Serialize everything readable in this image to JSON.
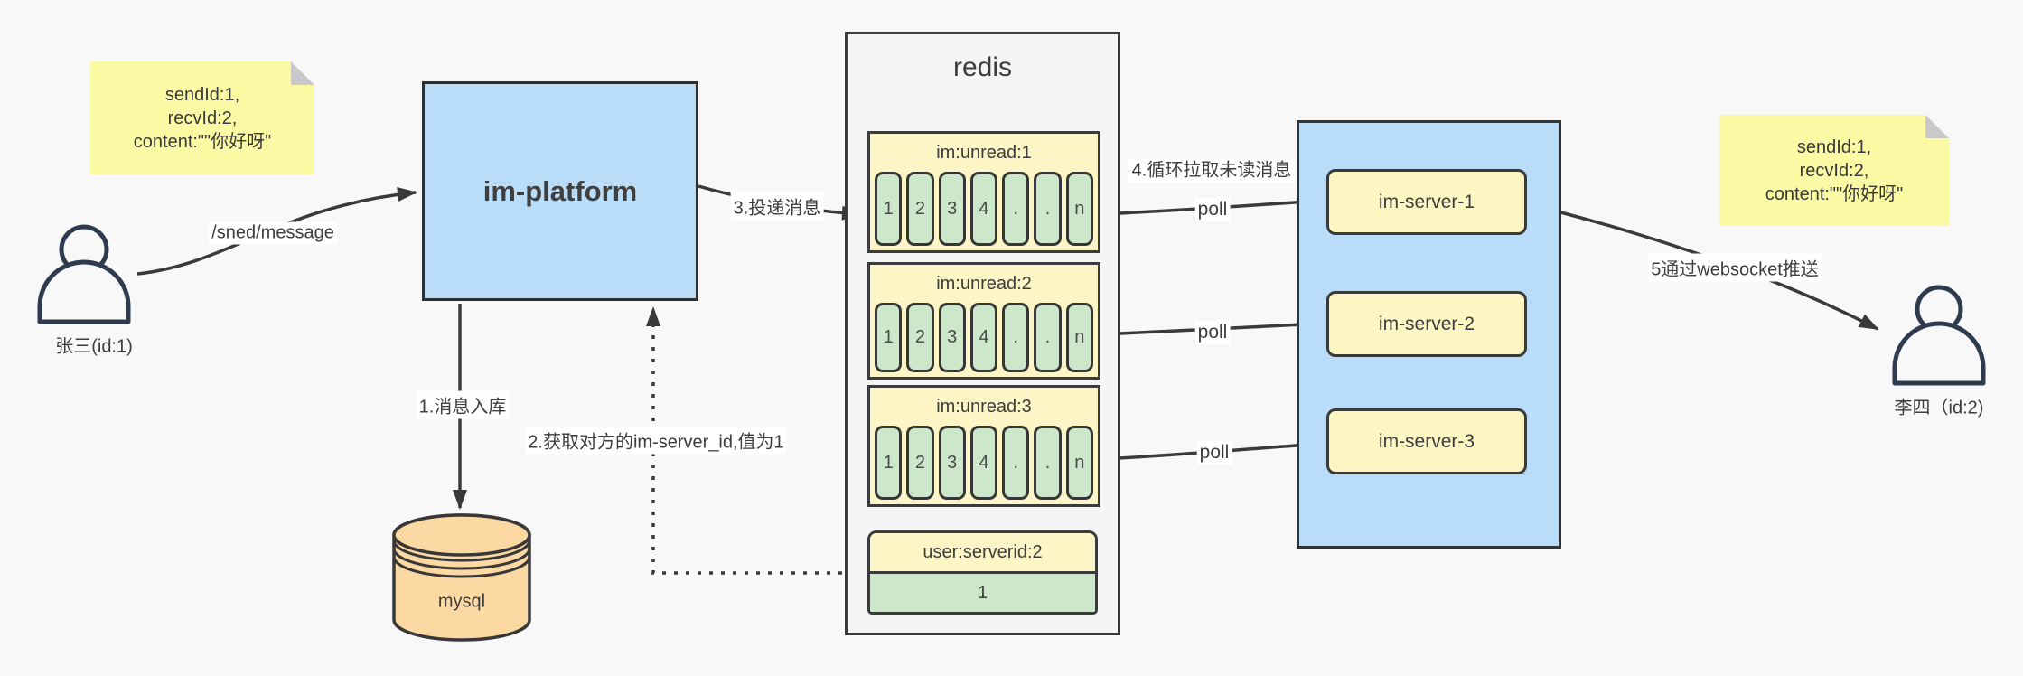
{
  "page": {
    "background": "#f8f8f8"
  },
  "colors": {
    "box_blue": "#b9dcf8",
    "note_yellow": "#fbf9a3",
    "block_yellow": "#fdf5c5",
    "cell_green": "#cde7cb",
    "db_orange": "#fcd9a2",
    "container_gray": "#f5f5f5",
    "line_dark": "#3a3a3a",
    "person_navy": "#2e3b4e"
  },
  "actors": {
    "sender": {
      "label": "张三(id:1)"
    },
    "receiver": {
      "label": "李四（id:2)"
    }
  },
  "notes": {
    "left": {
      "lines": [
        "sendId:1,",
        "recvId:2,",
        "content:\"\"你好呀\""
      ]
    },
    "right": {
      "lines": [
        "sendId:1,",
        "recvId:2,",
        "content:\"\"你好呀\""
      ]
    }
  },
  "platform": {
    "label": "im-platform"
  },
  "database": {
    "label": "mysql"
  },
  "redis": {
    "title": "redis",
    "queues": [
      {
        "label": "im:unread:1",
        "cells": [
          "1",
          "2",
          "3",
          "4",
          ".",
          ".",
          "n"
        ]
      },
      {
        "label": "im:unread:2",
        "cells": [
          "1",
          "2",
          "3",
          "4",
          ".",
          ".",
          "n"
        ]
      },
      {
        "label": "im:unread:3",
        "cells": [
          "1",
          "2",
          "3",
          "4",
          ".",
          ".",
          "n"
        ]
      }
    ],
    "mapping": {
      "label": "user:serverid:2",
      "value": "1"
    }
  },
  "servers": {
    "items": [
      {
        "label": "im-server-1"
      },
      {
        "label": "im-server-2"
      },
      {
        "label": "im-server-3"
      }
    ]
  },
  "edges": {
    "send": "/sned/message",
    "store": "1.消息入库",
    "lookup": "2.获取对方的im-server_id,值为1",
    "deliver": "3.投递消息",
    "poll_note": "4.循环拉取未读消息",
    "poll1": "poll",
    "poll2": "poll",
    "poll3": "poll",
    "push": "5通过websocket推送"
  }
}
